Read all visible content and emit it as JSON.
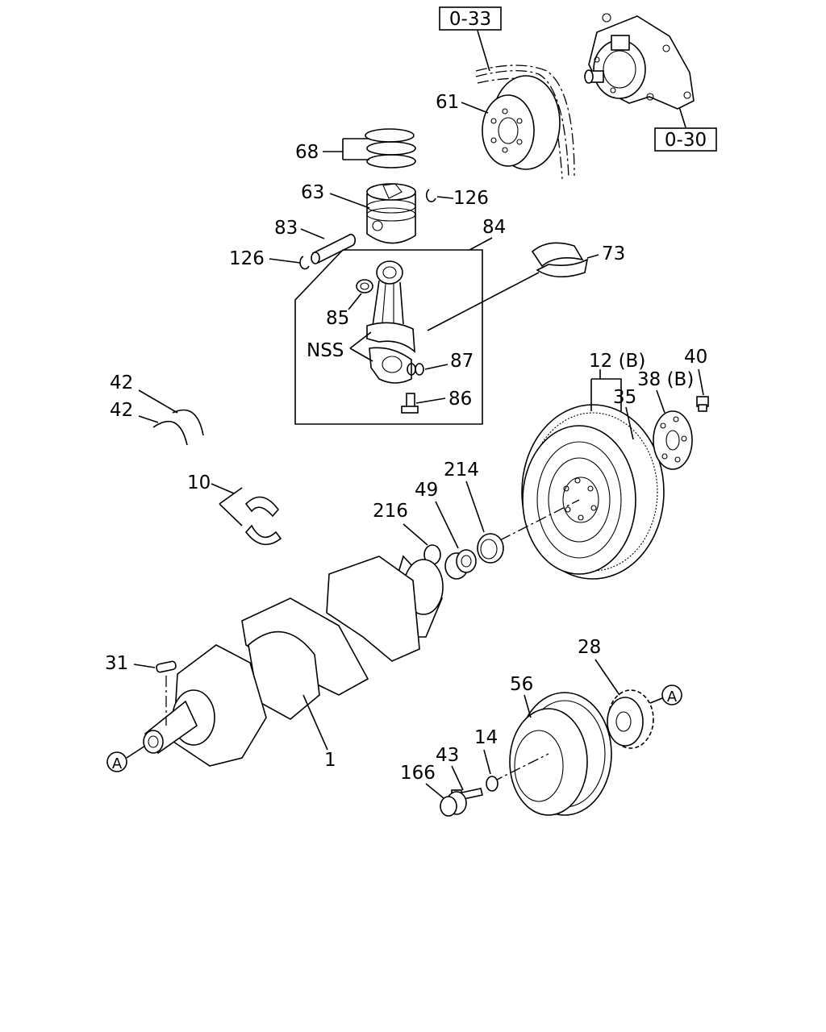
{
  "references": {
    "ref_0_33": "0-33",
    "ref_0_30": "0-30"
  },
  "callouts": {
    "c61": "61",
    "c68": "68",
    "c63": "63",
    "c126a": "126",
    "c83": "83",
    "c84": "84",
    "c73": "73",
    "c126b": "126",
    "c85": "85",
    "c_nss": "NSS",
    "c87": "87",
    "c86": "86",
    "c12b": "12 (B)",
    "c40": "40",
    "c38b": "38 (B)",
    "c35": "35",
    "c42a": "42",
    "c42b": "42",
    "c214": "214",
    "c49": "49",
    "c216": "216",
    "c10": "10",
    "c31": "31",
    "c1": "1",
    "c28": "28",
    "c56": "56",
    "c14": "14",
    "c43": "43",
    "c166": "166"
  },
  "markers": {
    "marker_a_left": "A",
    "marker_a_right": "A"
  }
}
